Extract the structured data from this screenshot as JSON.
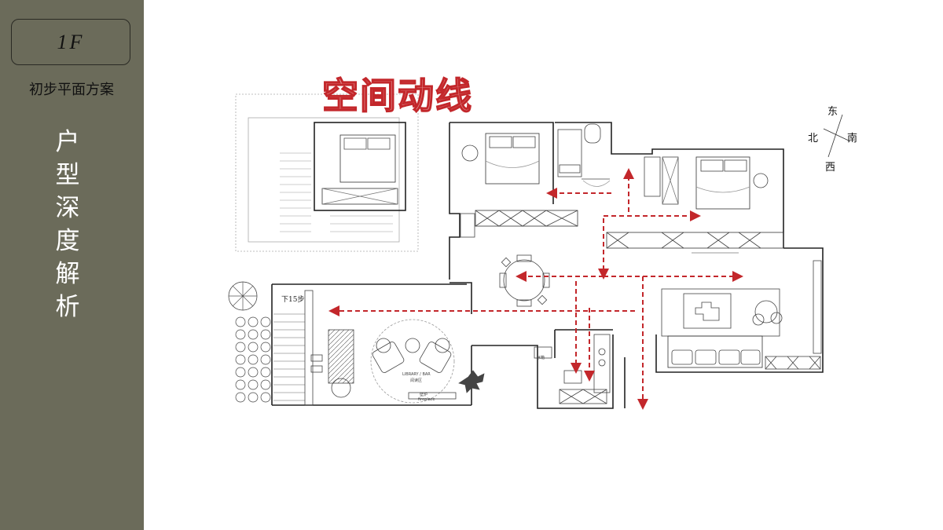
{
  "sidebar": {
    "floor_label": "1F",
    "scheme_label": "初步平面方案",
    "title_chars": [
      "户",
      "型",
      "深",
      "度",
      "解",
      "析"
    ]
  },
  "slide": {
    "title": "空间动线",
    "title_color": "#c3272b",
    "arrow_color": "#c3272b",
    "sidebar_color": "#6b6b5a"
  },
  "compass": {
    "north": "北",
    "south": "南",
    "east": "东",
    "west": "西"
  },
  "plan_labels": {
    "stairs_down": "下15步",
    "library_en": "LIBRARY / BAR",
    "library_cn": "阅读区",
    "fireplace_cn": "壁炉",
    "fireplace_en": "fireplace",
    "kitchen_mark": "冰箱"
  }
}
